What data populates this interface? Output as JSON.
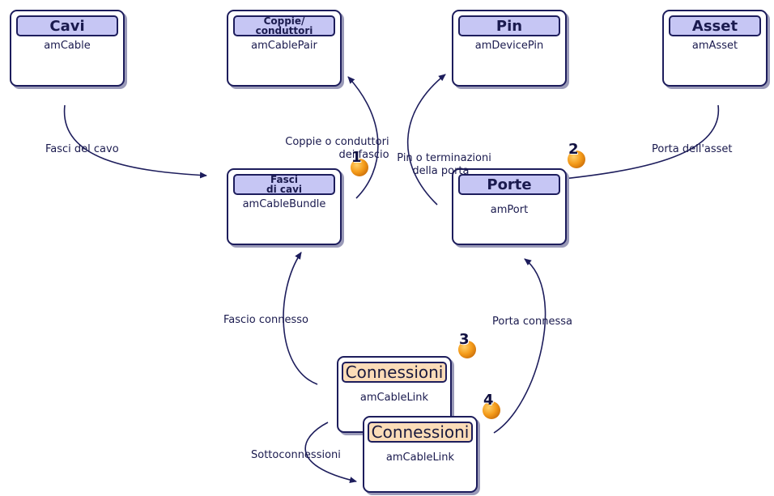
{
  "nodes": {
    "cavi": {
      "header": "Cavi",
      "table": "amCable"
    },
    "coppie": {
      "header_line1": "Coppie/",
      "header_line2": "conduttori",
      "table": "amCablePair"
    },
    "pin": {
      "header": "Pin",
      "table": "amDevicePin"
    },
    "asset": {
      "header": "Asset",
      "table": "amAsset"
    },
    "fasci": {
      "header_line1": "Fasci",
      "header_line2": "di cavi",
      "table": "amCableBundle"
    },
    "porte": {
      "header": "Porte",
      "table": "amPort"
    },
    "connessioni1": {
      "header": "Connessioni",
      "table": "amCableLink"
    },
    "connessioni2": {
      "header": "Connessioni",
      "table": "amCableLink"
    }
  },
  "edges": {
    "fasci_del_cavo": "Fasci del cavo",
    "coppie_line1": "Coppie o conduttori",
    "coppie_line2": "del fascio",
    "pin_line1": "Pin o terminazioni",
    "pin_line2": "della porta",
    "porta_asset": "Porta dell'asset",
    "fascio_connesso": "Fascio connesso",
    "porta_connessa": "Porta connessa",
    "sottoconnessioni": "Sottoconnessioni"
  },
  "badges": [
    "1",
    "2",
    "3",
    "4"
  ],
  "colors": {
    "line": "#1d1d5c",
    "header_blue": "#c6c6f4",
    "header_orange": "#fbdcb8",
    "badge": "#f49b1a"
  }
}
